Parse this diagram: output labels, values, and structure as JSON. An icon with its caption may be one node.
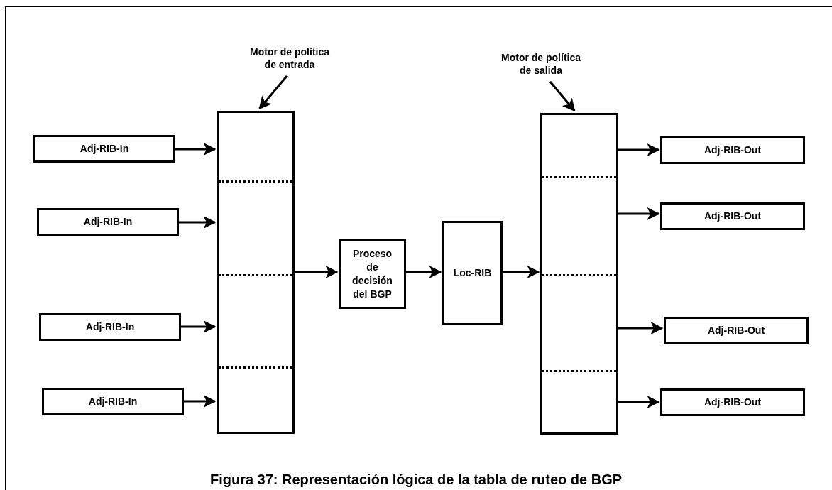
{
  "diagram": {
    "caption": "Figura 37: Representación lógica de la tabla de ruteo de BGP",
    "nodes": [
      {
        "text": [
          "Motor de política de entrada"
        ]
      },
      {
        "text": [
          "Motor de política de salida"
        ]
      },
      {
        "text": [],
        "shape": "box"
      },
      {
        "text": [],
        "shape": "box"
      },
      {
        "text": [
          "Adj-RIB-In"
        ]
      },
      {
        "text": [
          "Adj-RIB-In"
        ]
      },
      {
        "text": [
          "Adj-RIB-In"
        ]
      },
      {
        "text": [
          "Adj-RIB-In"
        ]
      },
      {
        "text": [
          "Proceso de decisión del BGP"
        ]
      },
      {
        "text": [
          "Loc-RIB"
        ]
      },
      {
        "text": [
          "Adj-RIB-Out"
        ]
      },
      {
        "text": [
          "Adj-RIB-Out"
        ]
      },
      {
        "text": [
          "Adj-RIB-Out"
        ]
      },
      {
        "text": [
          "Adj-RIB-Out"
        ]
      }
    ],
    "edges": [
      {
        "from": 0,
        "to": 2,
        "arrow": "to"
      },
      {
        "from": 1,
        "to": 3,
        "arrow": "to"
      },
      {
        "from": 4,
        "to": 2,
        "arrow": "to"
      },
      {
        "from": 5,
        "to": 2,
        "arrow": "to"
      },
      {
        "from": 6,
        "to": 2,
        "arrow": "to"
      },
      {
        "from": 7,
        "to": 2,
        "arrow": "to"
      },
      {
        "from": 2,
        "to": 8,
        "arrow": "to"
      },
      {
        "from": 8,
        "to": 9,
        "arrow": "to"
      },
      {
        "from": 9,
        "to": 3,
        "arrow": "to"
      },
      {
        "from": 3,
        "to": 10,
        "arrow": "to"
      },
      {
        "from": 3,
        "to": 11,
        "arrow": "to"
      },
      {
        "from": 3,
        "to": 12,
        "arrow": "to"
      },
      {
        "from": 3,
        "to": 13,
        "arrow": "to"
      }
    ]
  }
}
